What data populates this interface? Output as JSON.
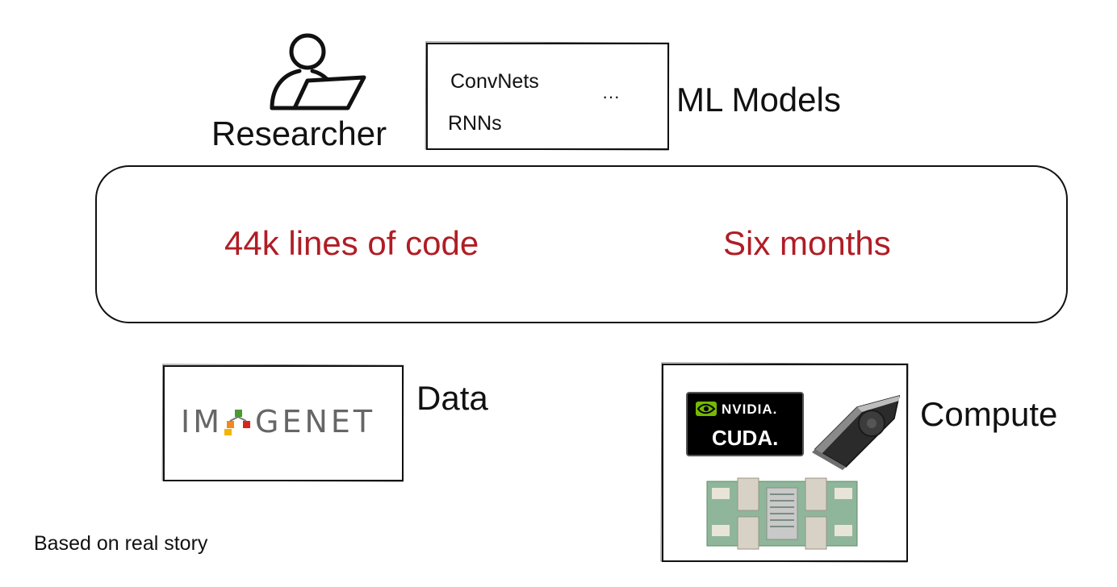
{
  "researcher": {
    "label": "Researcher"
  },
  "models_box": {
    "items": [
      "ConvNets",
      "RNNs"
    ],
    "ellipsis": "···"
  },
  "models_label": "ML Models",
  "main_box": {
    "left_text": "44k lines of code",
    "right_text": "Six months",
    "text_color": "#b01d25"
  },
  "data": {
    "label": "Data",
    "logo_text_left": "IM",
    "logo_text_right": "GENET"
  },
  "compute": {
    "label": "Compute",
    "badge_brand": "NVIDIA.",
    "badge_product": "CUDA."
  },
  "footnote": "Based on real story"
}
